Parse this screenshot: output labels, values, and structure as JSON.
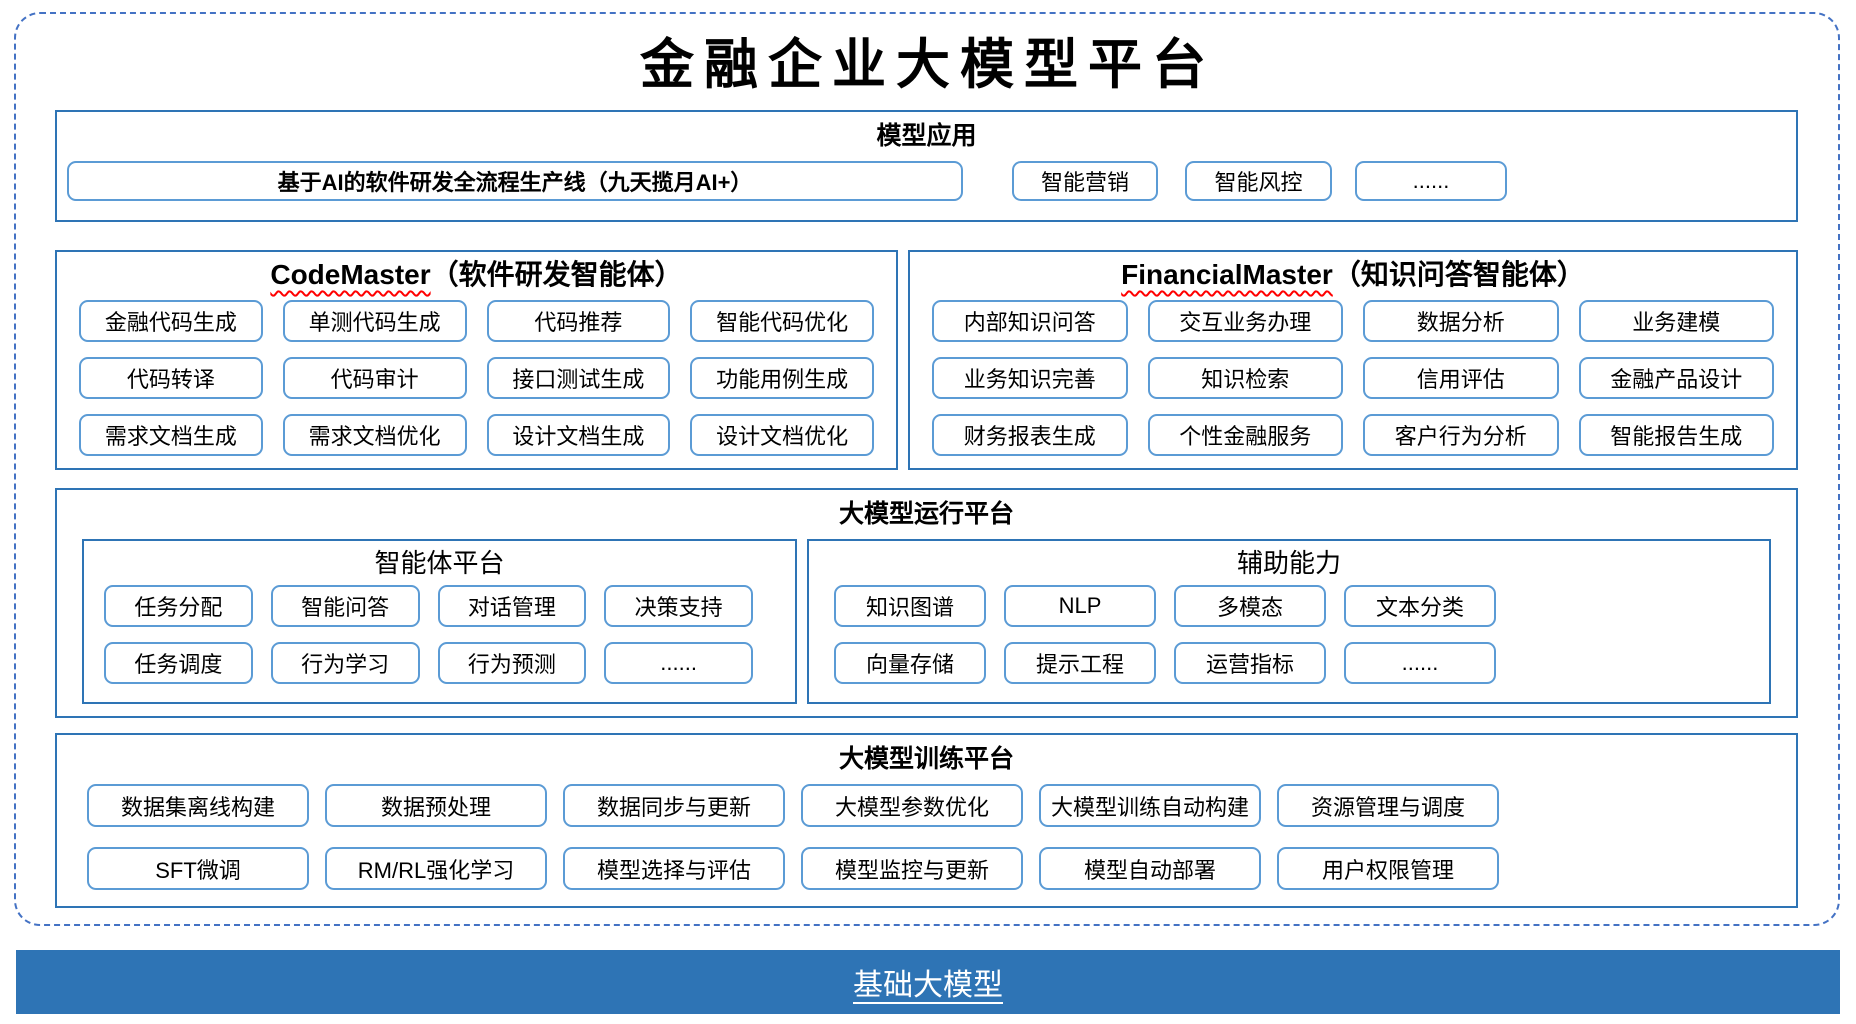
{
  "page_title": "金融企业大模型平台",
  "colors": {
    "section_border": "#2E74B5",
    "item_border": "#5B9BD5",
    "dashed_border": "#4472C4",
    "base_bar_bg": "#2E74B5",
    "spellcheck_squiggle": "#FF0000"
  },
  "model_app": {
    "title": "模型应用",
    "items": [
      "基于AI的软件研发全流程生产线（九天揽月AI+）",
      "智能营销",
      "智能风控",
      "......"
    ]
  },
  "code_master": {
    "name": "CodeMaster",
    "subtitle": "（软件研发智能体）",
    "items": [
      "金融代码生成",
      "单测代码生成",
      "代码推荐",
      "智能代码优化",
      "代码转译",
      "代码审计",
      "接口测试生成",
      "功能用例生成",
      "需求文档生成",
      "需求文档优化",
      "设计文档生成",
      "设计文档优化"
    ]
  },
  "financial_master": {
    "name": "FinancialMaster",
    "subtitle": "（知识问答智能体）",
    "items": [
      "内部知识问答",
      "交互业务办理",
      "数据分析",
      "业务建模",
      "业务知识完善",
      "知识检索",
      "信用评估",
      "金融产品设计",
      "财务报表生成",
      "个性金融服务",
      "客户行为分析",
      "智能报告生成"
    ]
  },
  "runtime": {
    "title": "大模型运行平台",
    "agent_platform": {
      "title": "智能体平台",
      "items": [
        "任务分配",
        "智能问答",
        "对话管理",
        "决策支持",
        "任务调度",
        "行为学习",
        "行为预测",
        "......"
      ]
    },
    "aux_capabilities": {
      "title": "辅助能力",
      "items": [
        "知识图谱",
        "NLP",
        "多模态",
        "文本分类",
        "向量存储",
        "提示工程",
        "运营指标",
        "......"
      ]
    }
  },
  "training": {
    "title": "大模型训练平台",
    "items": [
      "数据集离线构建",
      "数据预处理",
      "数据同步与更新",
      "大模型参数优化",
      "大模型训练自动构建",
      "资源管理与调度",
      "SFT微调",
      "RM/RL强化学习",
      "模型选择与评估",
      "模型监控与更新",
      "模型自动部署",
      "用户权限管理"
    ]
  },
  "base_model": {
    "label": "基础大模型"
  }
}
